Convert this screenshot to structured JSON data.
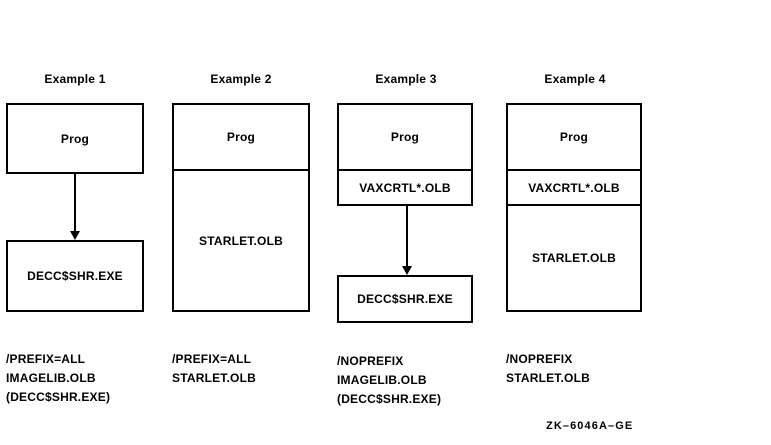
{
  "figure": {
    "id_label": "ZK–6046A–GE",
    "columns": [
      {
        "header": "Example 1",
        "cells": [
          {
            "label": "Prog"
          }
        ],
        "lower_box": {
          "label": "DECC$SHR.EXE"
        },
        "has_arrow": true,
        "caption": [
          "/PREFIX=ALL",
          "IMAGELIB.OLB",
          "(DECC$SHR.EXE)"
        ]
      },
      {
        "header": "Example 2",
        "cells": [
          {
            "label": "Prog"
          },
          {
            "label": "STARLET.OLB"
          }
        ],
        "lower_box": null,
        "has_arrow": false,
        "caption": [
          "/PREFIX=ALL",
          "STARLET.OLB"
        ]
      },
      {
        "header": "Example 3",
        "cells": [
          {
            "label": "Prog"
          },
          {
            "label": "VAXCRTL*.OLB"
          }
        ],
        "lower_box": {
          "label": "DECC$SHR.EXE"
        },
        "has_arrow": true,
        "caption": [
          "/NOPREFIX",
          "IMAGELIB.OLB",
          "(DECC$SHR.EXE)"
        ]
      },
      {
        "header": "Example 4",
        "cells": [
          {
            "label": "Prog"
          },
          {
            "label": "VAXCRTL*.OLB"
          },
          {
            "label": "STARLET.OLB"
          }
        ],
        "lower_box": null,
        "has_arrow": false,
        "caption": [
          "/NOPREFIX",
          "STARLET.OLB"
        ]
      }
    ]
  }
}
